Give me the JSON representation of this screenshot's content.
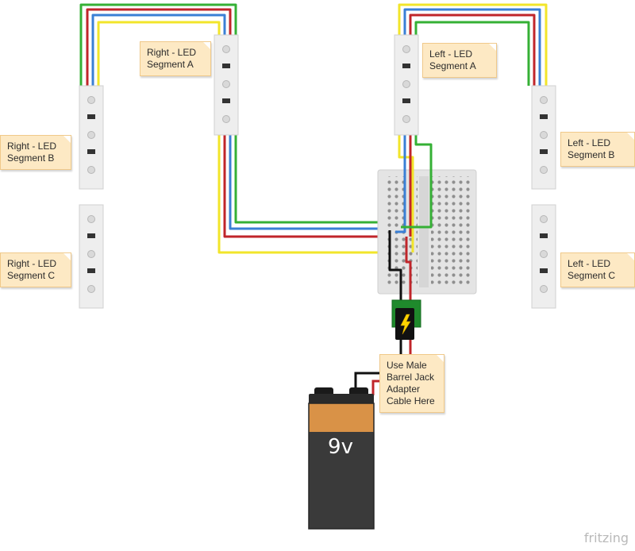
{
  "labels": {
    "right_a": [
      "Right - LED",
      "Segment A"
    ],
    "right_b": [
      "Right - LED",
      "Segment B"
    ],
    "right_c": [
      "Right - LED",
      "Segment C"
    ],
    "left_a": [
      "Left - LED",
      "Segment A"
    ],
    "left_b": [
      "Left - LED",
      "Segment B"
    ],
    "left_c": [
      "Left - LED",
      "Segment C"
    ],
    "adapter_note": [
      "Use Male",
      "Barrel Jack",
      "Adapter",
      "Cable Here"
    ]
  },
  "battery": {
    "label": "9v"
  },
  "brand": "fritzing",
  "colors": {
    "wire_green": "#35b035",
    "wire_red": "#c0252a",
    "wire_blue": "#3a7fd5",
    "wire_yellow": "#f2e52a",
    "wire_black": "#111111",
    "note_fill": "#fde9c4",
    "battery_copper": "#d99247",
    "battery_body": "#3a3a3a",
    "strip": "#eeeeee",
    "breadboard": "#e4e4e4"
  }
}
